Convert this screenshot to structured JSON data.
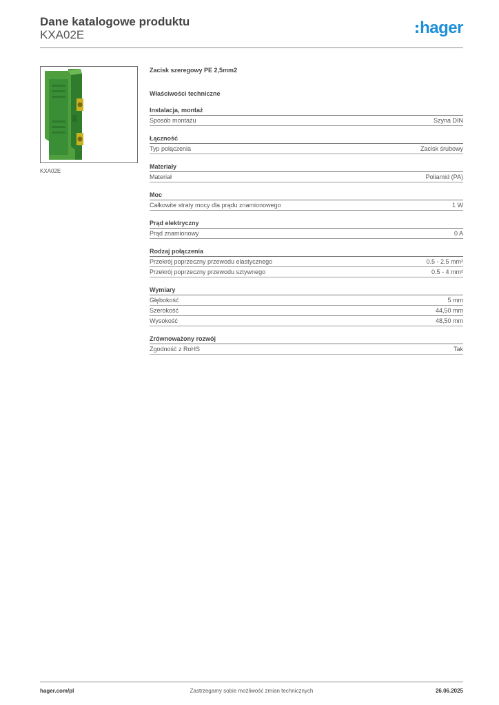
{
  "header": {
    "title": "Dane katalogowe produktu",
    "code": "KXA02E",
    "logo_text": "hager",
    "logo_color": "#1d8fd7"
  },
  "image": {
    "caption": "KXA02E",
    "product_color": "#3f9a3a"
  },
  "product": {
    "name": "Zacisk szeregowy PE 2,5mm2",
    "section_label": "Właściwości techniczne"
  },
  "groups": [
    {
      "title": "Instalacja, montaż",
      "rows": [
        {
          "label": "Sposób montażu",
          "value": "Szyna DIN"
        }
      ]
    },
    {
      "title": "Łączność",
      "rows": [
        {
          "label": "Typ połączenia",
          "value": "Zacisk śrubowy"
        }
      ]
    },
    {
      "title": "Materiały",
      "rows": [
        {
          "label": "Materiał",
          "value": "Poliamid (PA)"
        }
      ]
    },
    {
      "title": "Moc",
      "rows": [
        {
          "label": "Całkowite straty mocy dla prądu znamionowego",
          "value": "1 W"
        }
      ]
    },
    {
      "title": "Prąd elektryczny",
      "rows": [
        {
          "label": "Prąd znamionowy",
          "value": "0 A"
        }
      ]
    },
    {
      "title": "Rodzaj połączenia",
      "rows": [
        {
          "label": "Przekrój poprzeczny przewodu elastycznego",
          "value": "0.5 - 2.5 mm²"
        },
        {
          "label": "Przekrój poprzeczny przewodu sztywnego",
          "value": "0.5 - 4 mm²"
        }
      ]
    },
    {
      "title": "Wymiary",
      "rows": [
        {
          "label": "Głębokość",
          "value": "5 mm"
        },
        {
          "label": "Szerokość",
          "value": "44,50 mm"
        },
        {
          "label": "Wysokość",
          "value": "48,50 mm"
        }
      ]
    },
    {
      "title": "Zrównoważony rozwój",
      "rows": [
        {
          "label": "Zgodność z RoHS",
          "value": "Tak"
        }
      ]
    }
  ],
  "footer": {
    "url": "hager.com/pl",
    "note": "Zastrzegamy sobie możliwość zmian technicznych",
    "date": "26.06.2025"
  }
}
